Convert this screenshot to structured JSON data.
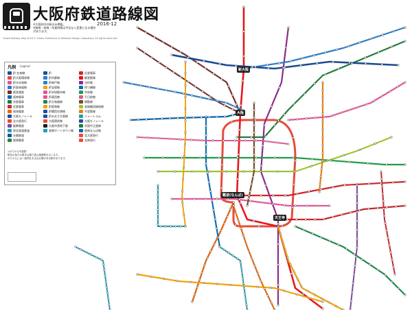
{
  "title": "大阪府鉄道路線図",
  "year": "2016-12",
  "note_lines": [
    "※大阪府内の駅のみ掲載。",
    "※路線・各線・所要時間は予告なく変更になる場合があります。"
  ],
  "credit": "Osaka Railway Map 2016 © Osaka Prefecture & Network Design Laboratory. All rights reserved.",
  "legend": {
    "title": "凡例",
    "subtitle": "Legend",
    "columns": [
      [
        {
          "label": "JR 在来線",
          "color": "#1d4f9c"
        },
        {
          "label": "JR大阪環状線",
          "color": "#e94a3a"
        },
        {
          "label": "JRゆめ咲線",
          "color": "#e85298"
        },
        {
          "label": "JR東海道線",
          "color": "#2a7fcb"
        },
        {
          "label": "阪急電鉄",
          "color": "#7a2a2a"
        },
        {
          "label": "阪神電車",
          "color": "#0067b3"
        },
        {
          "label": "京阪電車",
          "color": "#1f7d3a"
        },
        {
          "label": "近鉄電車",
          "color": "#d3232a"
        },
        {
          "label": "南海電鉄",
          "color": "#e8680f"
        },
        {
          "label": "大阪モノレール",
          "color": "#1d4f9c"
        },
        {
          "label": "北大阪急行",
          "color": "#e94a3a"
        },
        {
          "label": "能勢電鉄",
          "color": "#7d4a9b"
        },
        {
          "label": "泉北高速鉄道",
          "color": "#1aa2b5"
        },
        {
          "label": "水間鉄道",
          "color": "#1d4f9c"
        },
        {
          "label": "阪堺電車",
          "color": "#178a47"
        }
      ],
      [
        {
          "label": "JR",
          "color": "#1d4f9c"
        },
        {
          "label": "JR京都線",
          "color": "#2a7fcb"
        },
        {
          "label": "JR神戸線",
          "color": "#2a7fcb"
        },
        {
          "label": "JR宝塚線",
          "color": "#f5a200"
        },
        {
          "label": "JR学研都市線",
          "color": "#e85298"
        },
        {
          "label": "JR東西線",
          "color": "#e85298"
        },
        {
          "label": "JR大和路線",
          "color": "#178a47"
        },
        {
          "label": "JR阪和線",
          "color": "#f5a200"
        },
        {
          "label": "JR関西空港線",
          "color": "#1d4f9c"
        },
        {
          "label": "JRおおさか東線",
          "color": "#1d4f9c"
        },
        {
          "label": "大阪環状線",
          "color": "#e94a3a"
        },
        {
          "label": "大阪市営地下鉄",
          "color": "#1b1b1b"
        },
        {
          "label": "南港ポートタウン線",
          "color": "#1aa2b5"
        }
      ],
      [
        {
          "label": "近鉄電車",
          "color": "#d3232a"
        },
        {
          "label": "御堂筋線",
          "color": "#e5171f"
        },
        {
          "label": "谷町線",
          "color": "#8c2a8c"
        },
        {
          "label": "四つ橋線",
          "color": "#0a6fb9"
        },
        {
          "label": "中央線",
          "color": "#1f9b45"
        },
        {
          "label": "千日前線",
          "color": "#e85298"
        },
        {
          "label": "堺筋線",
          "color": "#7a4a22"
        },
        {
          "label": "長堀鶴見緑地線",
          "color": "#9bc62f"
        },
        {
          "label": "今里筋線",
          "color": "#f07e00"
        },
        {
          "label": "ニュートラム",
          "color": "#1aa2b5"
        },
        {
          "label": "大阪モノレール",
          "color": "#1d4f9c"
        },
        {
          "label": "京阪中之島線",
          "color": "#1f7d3a"
        },
        {
          "label": "阪神なんば線",
          "color": "#0067b3"
        },
        {
          "label": "北大阪急行",
          "color": "#e94a3a"
        },
        {
          "label": "北神急行",
          "color": "#e94a3a"
        }
      ]
    ],
    "notes": [
      "◎のりかえ可能駅",
      "駅名の後ろの数字は乗り換え路線数を示します。",
      "のりかえには一度改札を出る必要がある駅があります。"
    ]
  },
  "hubs": [
    {
      "label": "新大阪"
    },
    {
      "label": "大阪"
    },
    {
      "label": "難波(なんば)"
    },
    {
      "label": "天王寺"
    }
  ],
  "lines": {
    "loop": "#e94a3a",
    "midosuji": "#e5171f",
    "tanimachi": "#8c2a8c",
    "chuo": "#1f9b45",
    "keihan": "#1f7d3a",
    "hankyu": "#7a2a2a",
    "hanshin": "#0067b3",
    "jr_kobe": "#2a7fcb",
    "nankai": "#e8680f",
    "kintetsu": "#d3232a",
    "yotsubashi": "#0a6fb9",
    "sennichimae": "#e85298",
    "nagahori": "#9bc62f",
    "sakaisuji": "#7a4a22",
    "imazato": "#f07e00",
    "jr_hanwa": "#f5a200",
    "newtram": "#1aa2b5",
    "monorail": "#1d4f9c",
    "jr_yamatoji": "#178a47"
  }
}
